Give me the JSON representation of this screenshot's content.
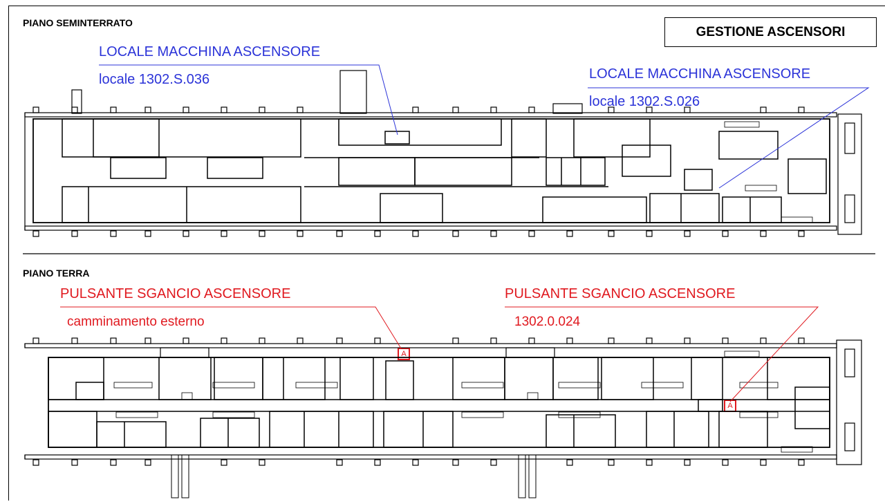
{
  "sheet": {
    "title": "GESTIONE ASCENSORI"
  },
  "floors": [
    {
      "name": "PIANO SEMINTERRATO",
      "annotations": [
        {
          "label": "LOCALE MACCHINA ASCENSORE",
          "room": "locale 1302.S.036",
          "color": "#2b33d8"
        },
        {
          "label": "LOCALE MACCHINA ASCENSORE",
          "room": "locale 1302.S.026",
          "color": "#2b33d8"
        }
      ]
    },
    {
      "name": "PIANO TERRA",
      "annotations": [
        {
          "label": "PULSANTE SGANCIO ASCENSORE",
          "room": "camminamento esterno",
          "marker": "A",
          "color": "#e0191f"
        },
        {
          "label": "PULSANTE SGANCIO ASCENSORE",
          "room": "1302.0.024",
          "marker": "A",
          "color": "#e0191f"
        }
      ]
    }
  ]
}
